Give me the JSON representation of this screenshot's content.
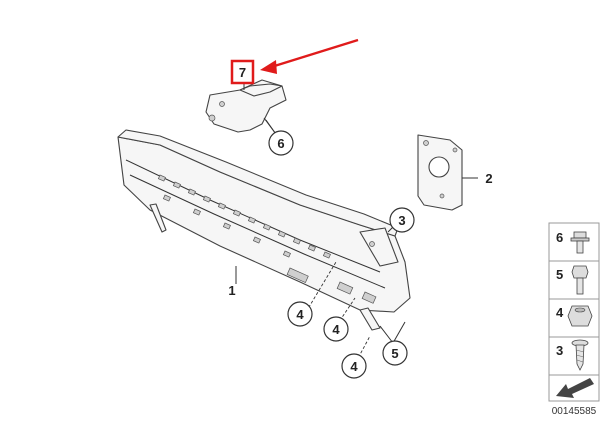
{
  "diagram": {
    "callouts": {
      "c1": "1",
      "c2": "2",
      "c3": "3",
      "c4a": "4",
      "c4b": "4",
      "c4c": "4",
      "c5": "5",
      "c6": "6",
      "c7": "7"
    },
    "legend": {
      "items": [
        {
          "label": "6",
          "icon": "flange-bolt-icon"
        },
        {
          "label": "5",
          "icon": "hex-bolt-icon"
        },
        {
          "label": "4",
          "icon": "hex-nut-icon"
        },
        {
          "label": "3",
          "icon": "screw-icon"
        }
      ]
    },
    "image_number": "00145585",
    "highlight_color": "#e01b1b"
  }
}
